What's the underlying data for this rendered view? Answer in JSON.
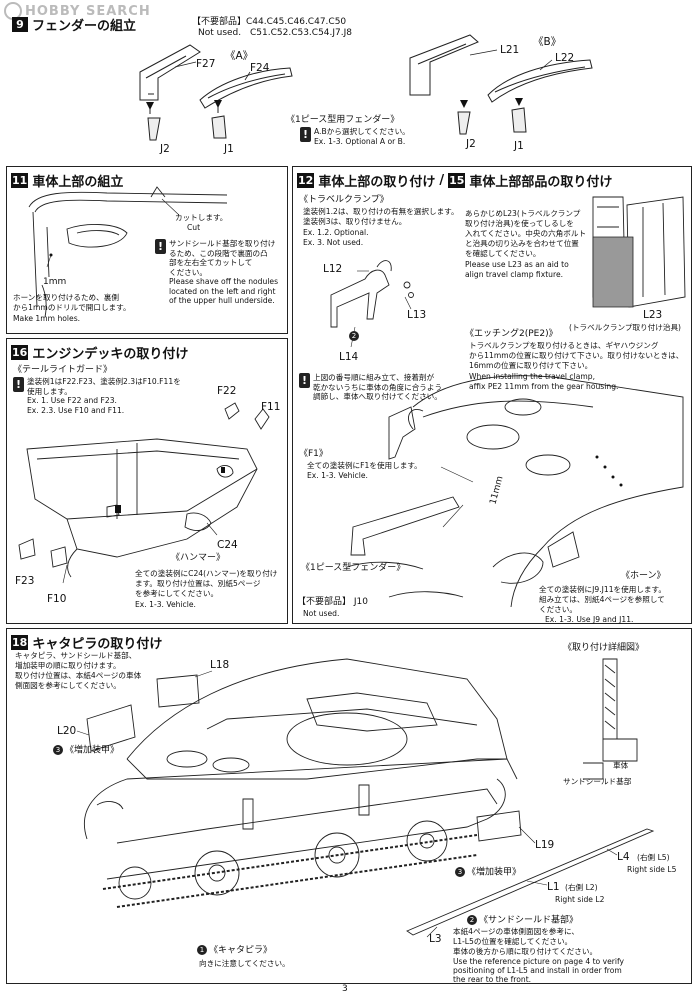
{
  "watermark": "HOBBY SEARCH",
  "page_number": "3",
  "sec9": {
    "num": "9",
    "title": "フェンダーの組立",
    "unused_label": "【不要部品】",
    "unused_parts_1": "C44.C45.C46.C47.C50",
    "not_used": "Not used.",
    "unused_parts_2": "C51.C52.C53.C54.J7.J8",
    "variant_a": "《A》",
    "variant_b": "《B》",
    "parts": {
      "f27": "F27",
      "f24": "F24",
      "j2a": "J2",
      "j1a": "J1",
      "l21": "L21",
      "l22": "L22",
      "j2b": "J2",
      "j1b": "J1"
    },
    "one_piece_title": "《1ピース型用フェンダー》",
    "note_line1": "A.Bから選択してください。",
    "note_line2": "Ex. 1-3. Optional A or B."
  },
  "sec11": {
    "num": "11",
    "title": "車体上部の組立",
    "cut_jp": "カットします。",
    "cut_en": "Cut",
    "nodule_jp": [
      "サンドシールド基部を取り付け",
      "るため、この段階で裏面の凸",
      "部を左右全てカットして",
      "ください。"
    ],
    "nodule_en": [
      "Please shave off the nodules",
      "located on the left and right",
      "of the upper hull underside."
    ],
    "mm": "1mm",
    "hole_jp": [
      "ホーンを取り付けるため、裏側",
      "から1mmのドリルで開口します。"
    ],
    "hole_en": "Make 1mm holes."
  },
  "sec12": {
    "num12": "12",
    "title12": "車体上部の取り付け",
    "slash": "/",
    "num15": "15",
    "title15": "車体上部部品の取り付け",
    "clamp_title": "《トラベルクランプ》",
    "clamp_jp": [
      "塗装例1.2は、取り付けの有無を選択します。",
      "塗装例3は、取り付けません。"
    ],
    "clamp_en": [
      "Ex. 1.2. Optional.",
      "Ex. 3. Not used."
    ],
    "parts": {
      "l12": "L12",
      "l13": "L13",
      "l14": "L14",
      "l23": "L23",
      "mm11": "11mm"
    },
    "jig_jp": [
      "あらかじめL23(トラベルクランプ",
      "取り付け治具)を使ってしるしを",
      "入れてください。中央の六角ボルト",
      "と治具の切り込みを合わせて位置",
      "を確認してください。"
    ],
    "jig_en": [
      "Please use L23 as an aid to",
      "align travel clamp fixture."
    ],
    "jig_caption": "(トラベルクランプ取り付け治具)",
    "etching_title": "《エッチング2(PE2)》",
    "etching_jp": [
      "トラベルクランプを取り付けるときは、ギヤハウジング",
      "から11mmの位置に取り付けて下さい。取り付けないときは、",
      "16mmの位置に取り付けて下さい。"
    ],
    "etching_en": [
      "When installing the travel clamp,",
      "affix PE2 11mm from the gear housing."
    ],
    "order_jp": [
      "上図の番号順に組み立て、接着剤が",
      "乾かないうちに車体の角度に合うよう",
      "調節し、車体へ取り付けてください。"
    ],
    "f1_title": "《F1》",
    "f1_jp": "全ての塗装例にF1を使用します。",
    "f1_en": "Ex. 1-3. Vehicle.",
    "fender_title": "《1ピース型フェンダー》",
    "unused_label": "【不要部品】",
    "unused_part": "J10",
    "not_used": "Not used.",
    "horn_title": "《ホーン》",
    "horn_jp": [
      "全ての塗装例にJ9.J11を使用します。",
      "組み立ては、別紙4ページを参照して",
      "ください。"
    ],
    "horn_en": "Ex. 1-3. Use J9 and J11."
  },
  "sec16": {
    "num": "16",
    "title": "エンジンデッキの取り付け",
    "taillight_title": "《テールライトガード》",
    "taillight_jp": "塗装例1はF22.F23、塗装例2.3はF10.F11を",
    "taillight_jp2": "使用します。",
    "taillight_en1": "Ex. 1. Use F22 and F23.",
    "taillight_en2": "Ex. 2.3. Use F10 and F11.",
    "parts": {
      "f22": "F22",
      "f11": "F11",
      "f23": "F23",
      "f10": "F10",
      "c24": "C24"
    },
    "hammer_title": "《ハンマー》",
    "hammer_jp": [
      "全ての塗装例にC24(ハンマー)を取り付け",
      "ます。取り付け位置は、別紙5ページ",
      "を参考にしてください。"
    ],
    "hammer_en": "Ex. 1-3. Vehicle."
  },
  "sec18": {
    "num": "18",
    "title": "キャタピラの取り付け",
    "intro_jp": [
      "キャタピラ、サンドシールド基部、",
      "増加装甲の順に取り付けます。",
      "取り付け位置は、本紙4ページの車体",
      "側面図を参考にしてください。"
    ],
    "parts": {
      "l18": "L18",
      "l20": "L20",
      "l19": "L19",
      "l4": "L4",
      "l4r": "(右側 L5)",
      "l4en": "Right side L5",
      "l1": "L1",
      "l1r": "(右側 L2)",
      "l1en": "Right side L2",
      "l3": "L3"
    },
    "armor_left": "《増加装甲》",
    "armor_right": "《増加装甲》",
    "detail_title": "《取り付け詳細図》",
    "detail_hull": "車体",
    "detail_base": "サンドシールド基部",
    "track_title": "《キャタピラ》",
    "track_note": "向きに注意してください。",
    "sand_title": "《サンドシールド基部》",
    "sand_jp": [
      "本紙4ページの車体側面図を参考に、",
      "L1-L5の位置を確認してください。",
      "車体の後方から順に取り付けてください。"
    ],
    "sand_en": [
      "Use the reference picture on page 4 to verify",
      "positioning of L1-L5 and install in order from",
      "the rear to the front."
    ]
  }
}
